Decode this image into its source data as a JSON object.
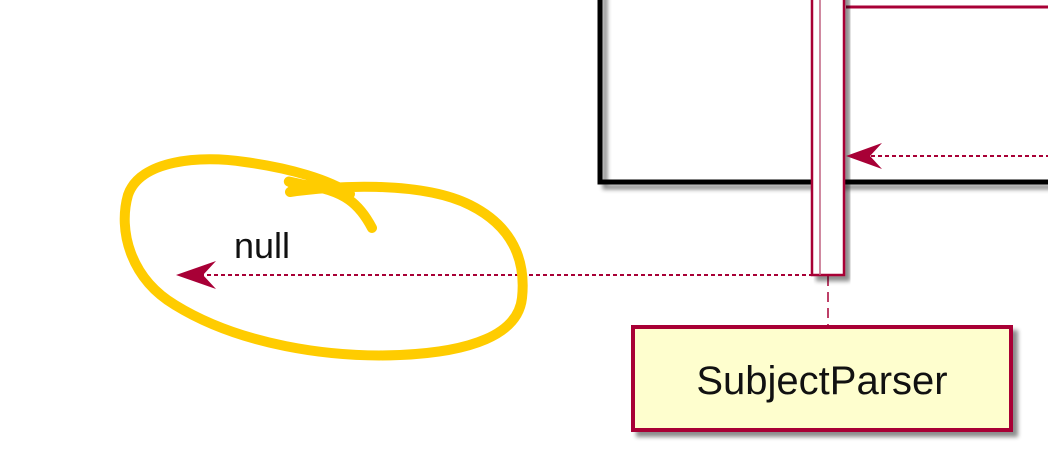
{
  "diagram": {
    "type": "sequence-diagram-fragment",
    "return_message_label": "null",
    "participant_name": "SubjectParser",
    "colors": {
      "background": "#ffffff",
      "arrow": "#a80036",
      "lifeline_border": "#a80036",
      "activation_fill": "#ffffff",
      "participant_fill": "#fefece",
      "participant_border": "#a80036",
      "fragment_border": "#000000",
      "highlight_annotation": "#ffcc00"
    }
  }
}
